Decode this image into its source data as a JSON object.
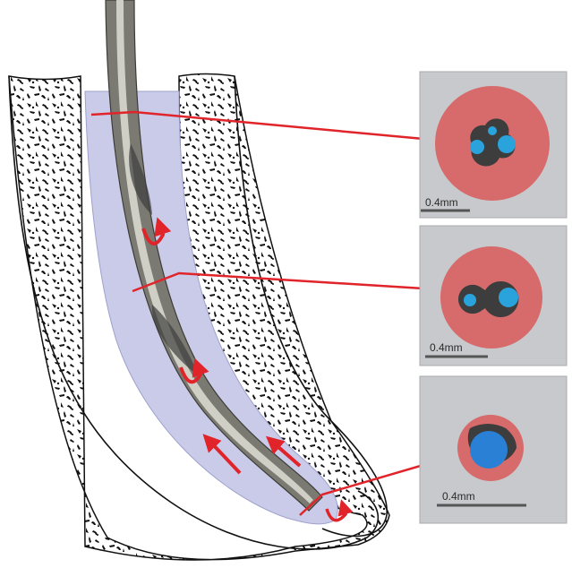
{
  "diagram": {
    "colors": {
      "bone_fill": "#ffffff",
      "bone_speckle": "#111111",
      "canal_fill": "#c9cbe9",
      "instrument": "#7a7a72",
      "instrument_highlight": "#d9d8cf",
      "annotation_red": "#e0242a",
      "panel_bg": "#c7c9cc",
      "cross_section_outer": "#d76a6a",
      "cross_section_dark": "#3d3d3d",
      "cross_section_lumen": "#2aa3dc",
      "scale_bar": "#555555"
    },
    "panels": [
      {
        "name": "cross-section-panel-top",
        "scale_label": "0.4mm"
      },
      {
        "name": "cross-section-panel-middle",
        "scale_label": "0.4mm"
      },
      {
        "name": "cross-section-panel-bottom",
        "scale_label": "0.4mm"
      }
    ],
    "flow_arrow_icons": [
      "straight-arrow-icon",
      "rotation-arrow-icon"
    ]
  }
}
